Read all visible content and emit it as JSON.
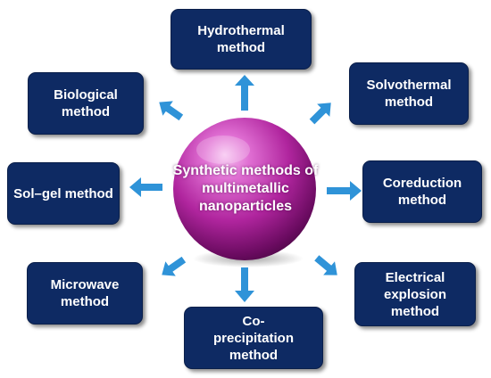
{
  "center": {
    "label": "Synthetic methods of multimetallic nanoparticles"
  },
  "methods": {
    "hydrothermal": "Hydrothermal method",
    "solvothermal": "Solvothermal method",
    "coreduction": "Coreduction method",
    "electrical_explosion": "Electrical explosion method",
    "co_precipitation": "Co-precipitation method",
    "microwave": "Microwave method",
    "sol_gel": "Sol–gel method",
    "biological": "Biological method"
  },
  "colors": {
    "box_fill": "#0e2a63",
    "box_text": "#ffffff",
    "arrow": "#2f93d8",
    "sphere_highlight": "#f3a6ea",
    "sphere_mid": "#b0259e",
    "sphere_dark": "#4b0844"
  }
}
